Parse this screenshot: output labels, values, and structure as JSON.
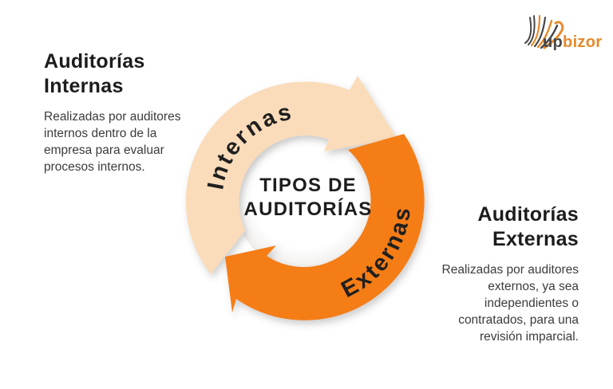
{
  "logo": {
    "up": "up",
    "bizor": "bizor",
    "colors": {
      "dark": "#474747",
      "orange": "#e8892b"
    }
  },
  "diagram": {
    "center_title_line1": "TIPOS DE",
    "center_title_line2": "AUDITORÍAS",
    "internas_label": "Internas",
    "externas_label": "Externas",
    "colors": {
      "peach": "#FADCBA",
      "orange": "#F57D17",
      "label_dark": "#1F1F1F"
    }
  },
  "left_section": {
    "title": "Auditorías Internas",
    "description": "Realizadas por auditores internos dentro de la empresa para evaluar procesos internos."
  },
  "right_section": {
    "title": "Auditorías Externas",
    "description": "Realizadas por auditores externos, ya sea independientes o contratados, para una revisión imparcial."
  }
}
